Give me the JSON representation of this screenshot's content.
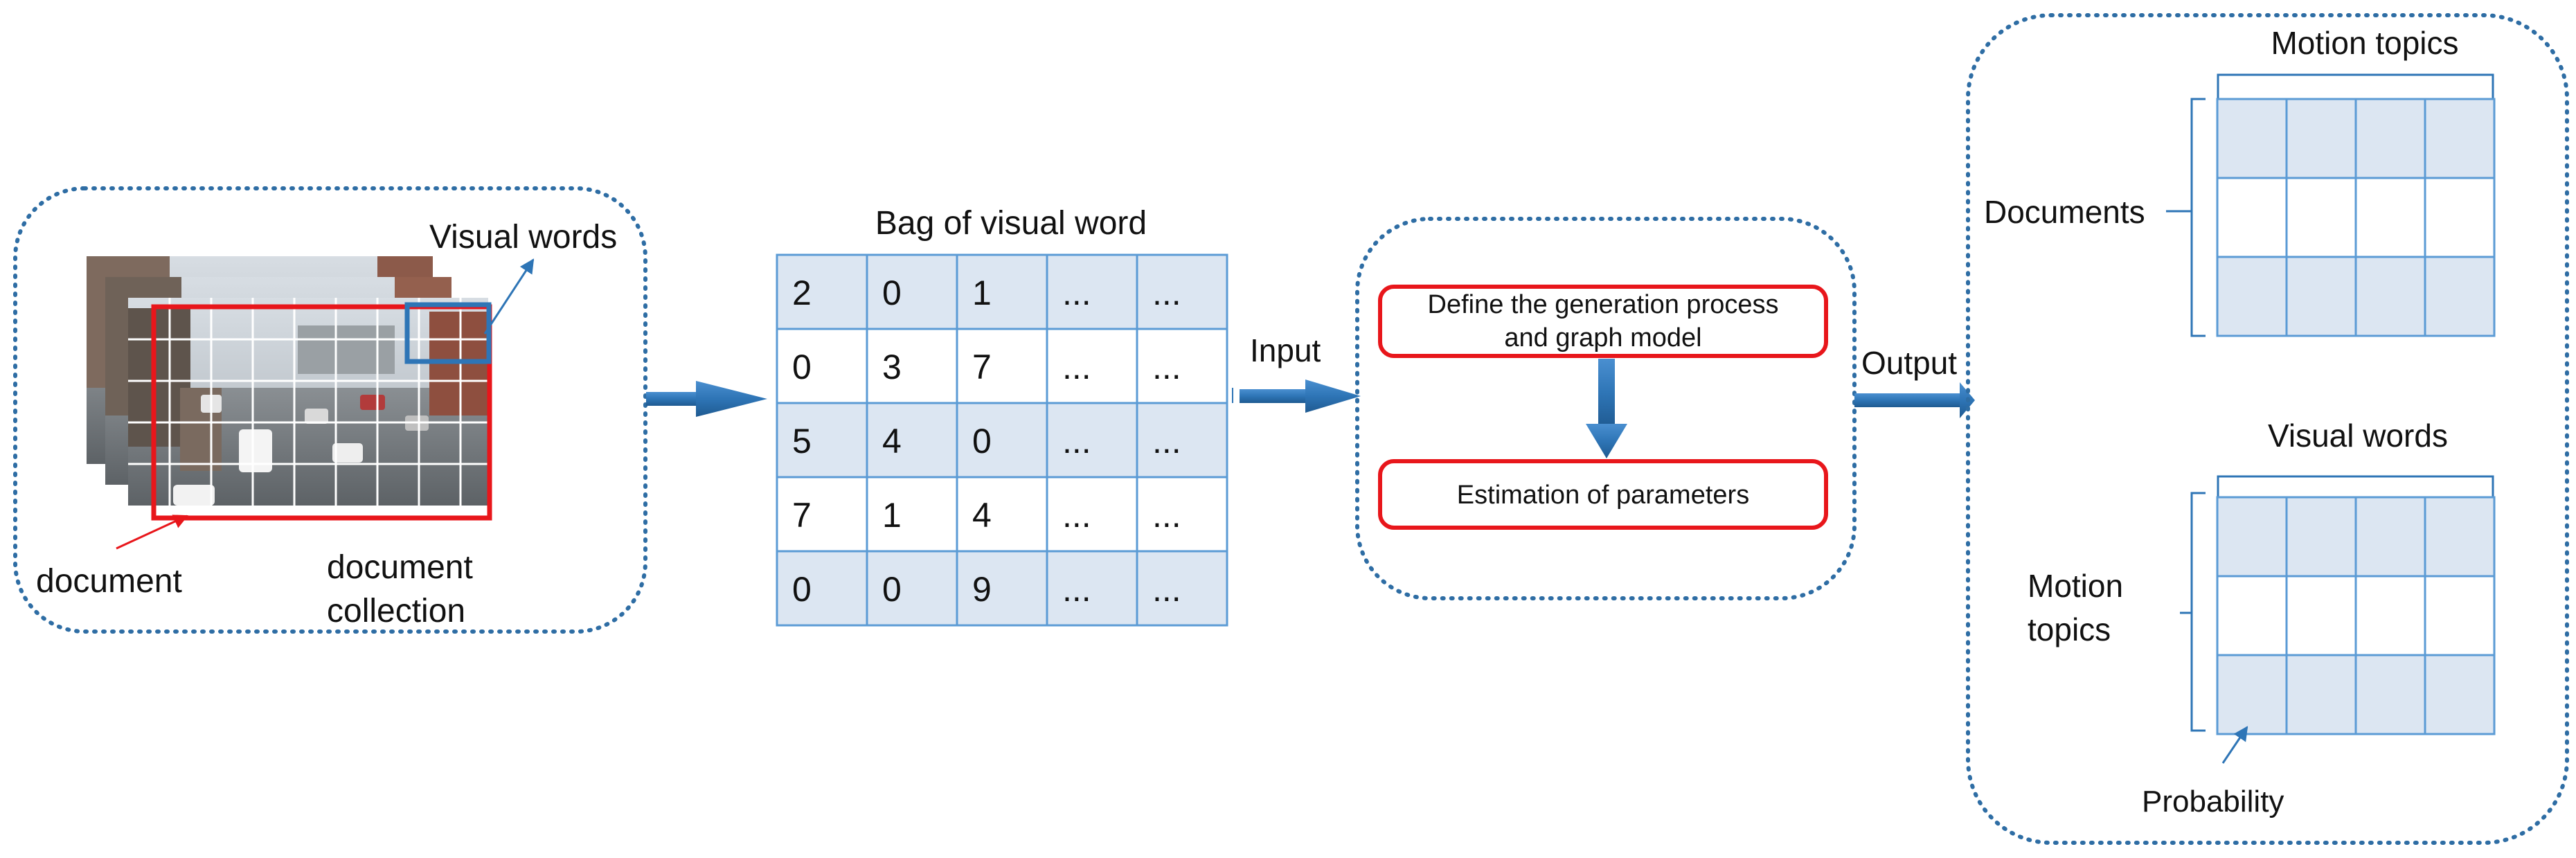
{
  "left_panel": {
    "visual_words_label": "Visual words",
    "document_label": "document",
    "collection_label_line1": "document",
    "collection_label_line2": "collection"
  },
  "bow": {
    "title": "Bag of visual word",
    "rows": [
      [
        "2",
        "0",
        "1",
        "...",
        "..."
      ],
      [
        "0",
        "3",
        "7",
        "...",
        "..."
      ],
      [
        "5",
        "4",
        "0",
        "...",
        "..."
      ],
      [
        "7",
        "1",
        "4",
        "...",
        "..."
      ],
      [
        "0",
        "0",
        "9",
        "...",
        "..."
      ]
    ]
  },
  "arrows": {
    "input_label": "Input",
    "output_label": "Output"
  },
  "process": {
    "step1_line1": "Define the generation process",
    "step1_line2": "and graph model",
    "step2": "Estimation of parameters"
  },
  "output_panel": {
    "top_matrix_header": "Motion topics",
    "top_matrix_side": "Documents",
    "bottom_matrix_header": "Visual words",
    "bottom_matrix_side_line1": "Motion",
    "bottom_matrix_side_line2": "topics",
    "probability_label": "Probability"
  },
  "colors": {
    "panel_border": "#2e6da4",
    "grid_line": "#5b9bd5",
    "cell_fill": "#dce6f2",
    "arrow": "#2e75b6",
    "highlight": "#e8161b"
  }
}
